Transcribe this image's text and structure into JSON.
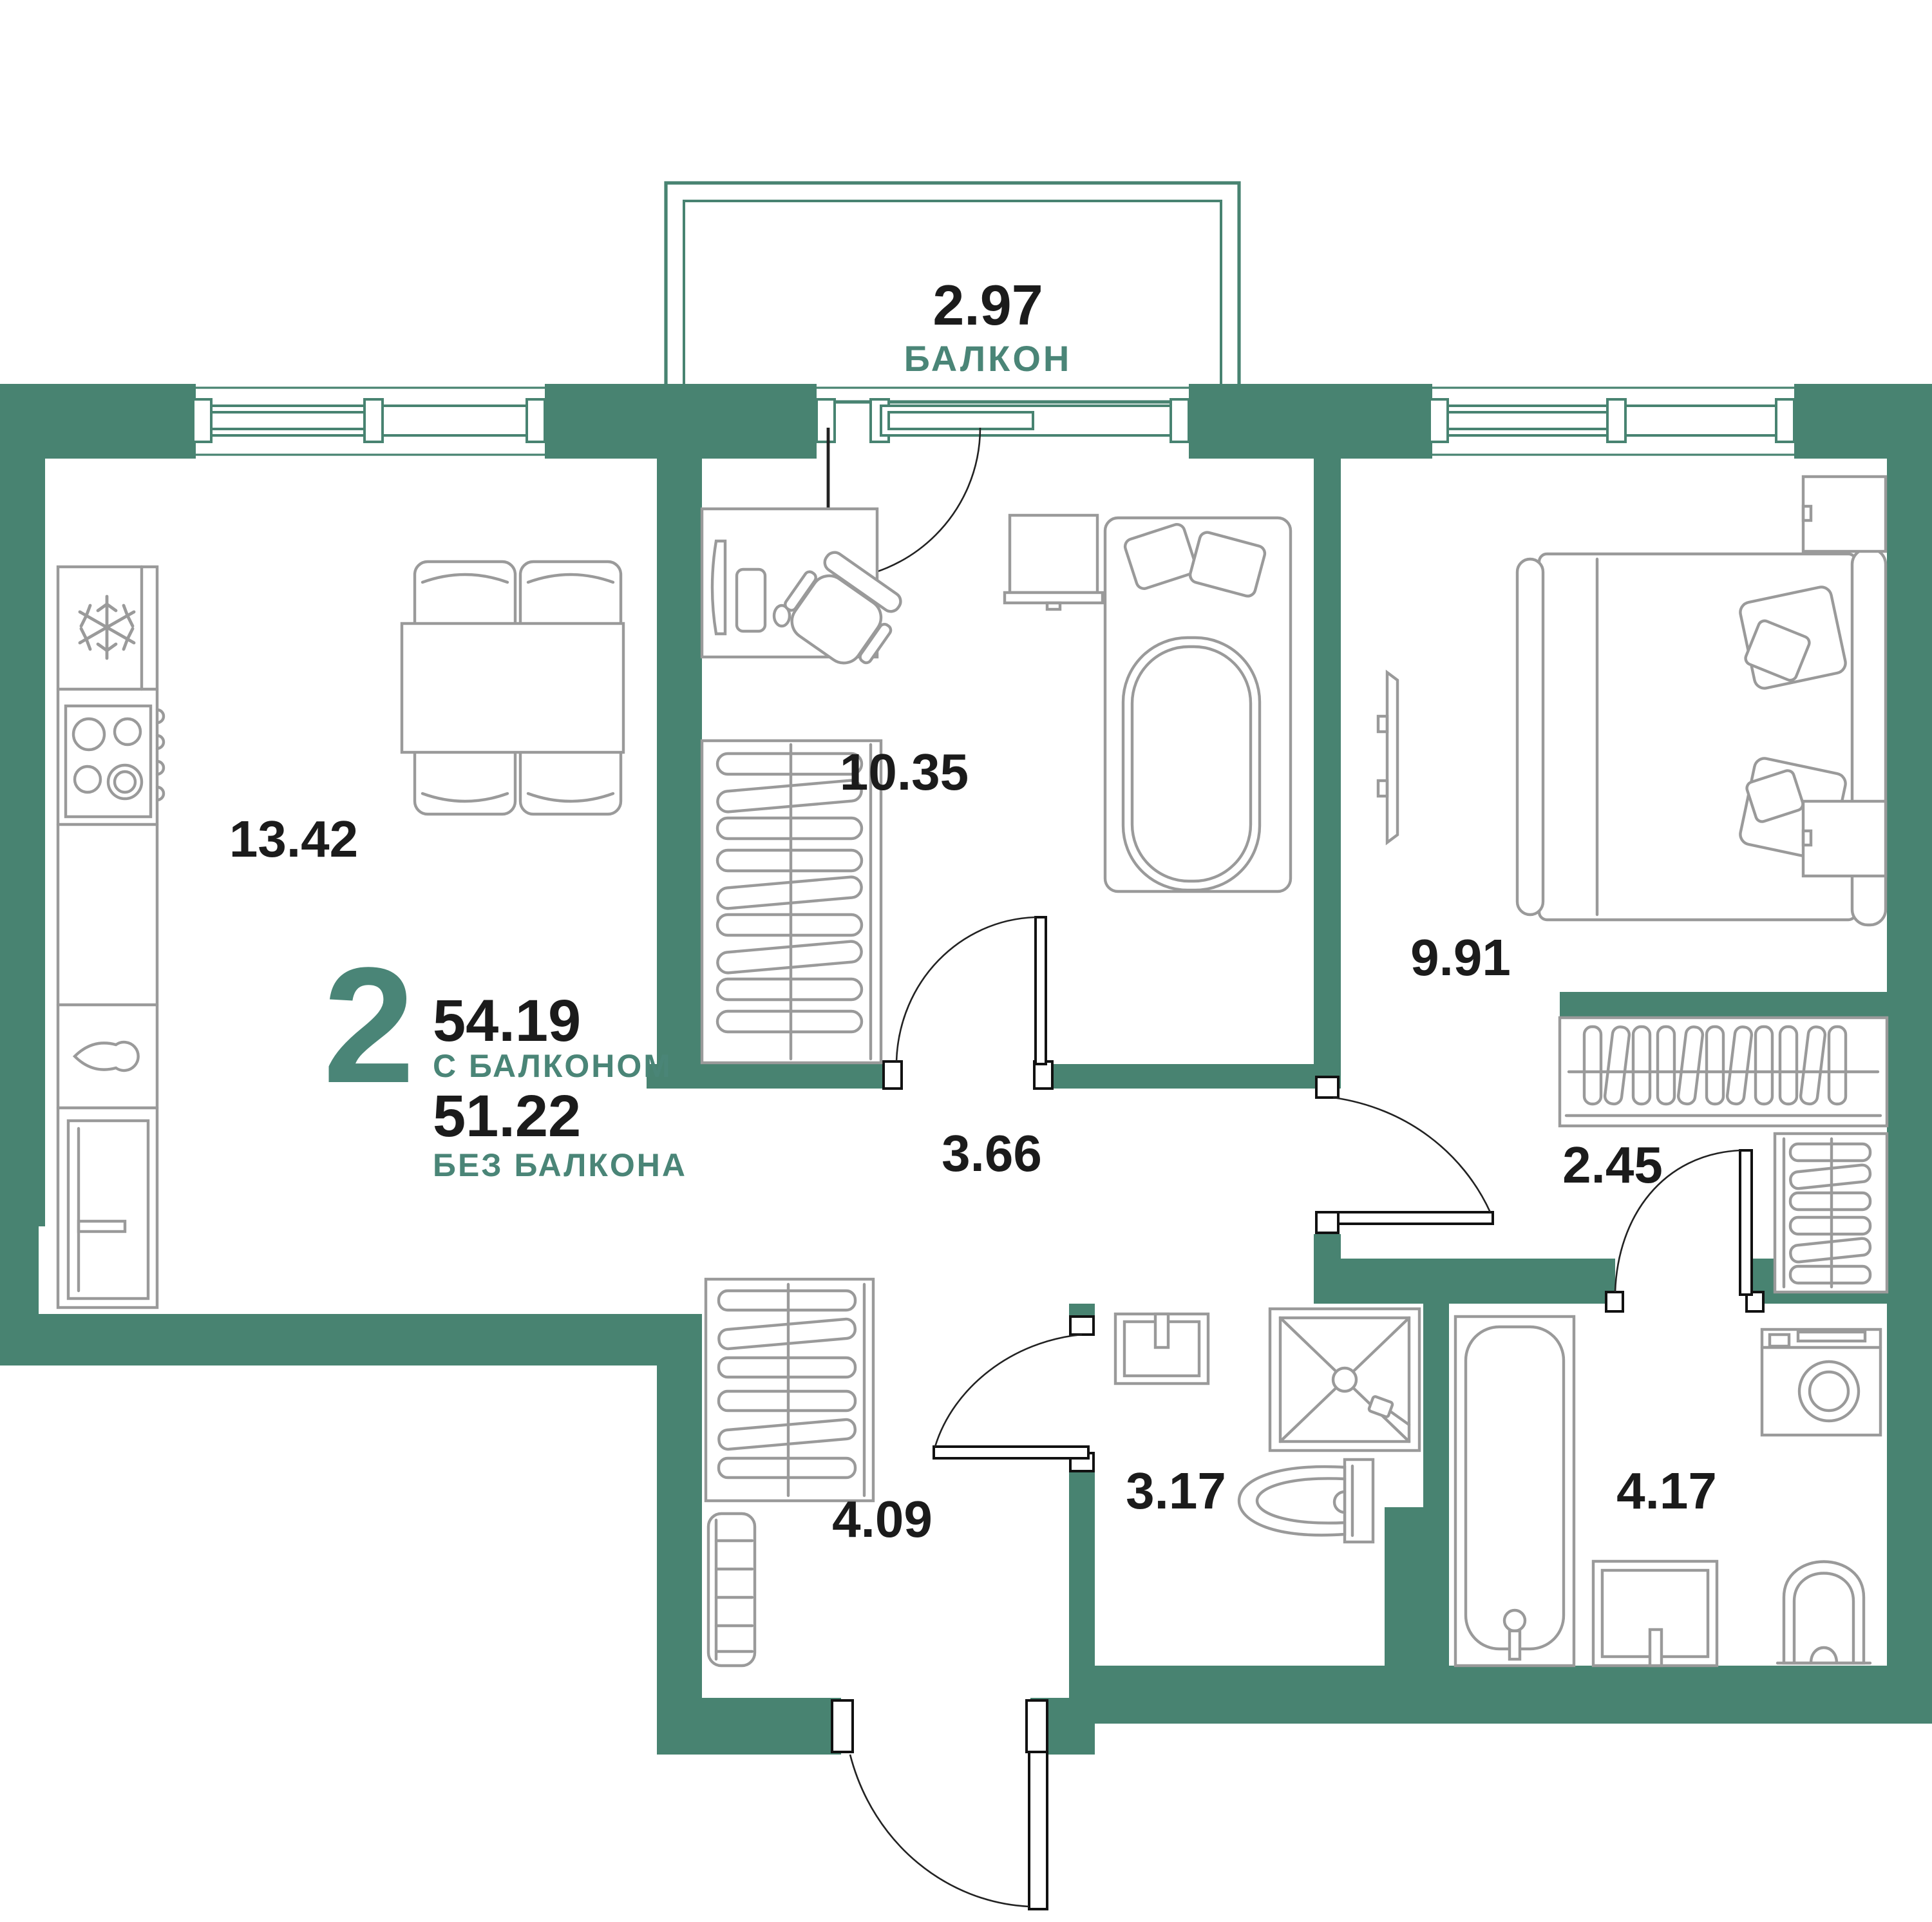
{
  "plan": {
    "summary": {
      "rooms_count": "2",
      "area_with_balcony": "54.19",
      "with_balcony_label": "С БАЛКОНОМ",
      "area_without_balcony": "51.22",
      "without_balcony_label": "БЕЗ БАЛКОНА"
    },
    "balcony": {
      "area": "2.97",
      "label": "БАЛКОН"
    },
    "rooms": [
      {
        "id": "kitchen-living",
        "area": "13.42"
      },
      {
        "id": "living-room",
        "area": "10.35"
      },
      {
        "id": "bedroom",
        "area": "9.91"
      },
      {
        "id": "hall",
        "area": "3.66"
      },
      {
        "id": "wardrobe-hall",
        "area": "2.45"
      },
      {
        "id": "entry-hall",
        "area": "4.09"
      },
      {
        "id": "shower-room",
        "area": "3.17"
      },
      {
        "id": "bathroom",
        "area": "4.17"
      }
    ],
    "colors": {
      "wall": "#488371",
      "accent_text": "#4a8577",
      "furniture_outline": "#9a9a9a",
      "number_text": "#1b1b1b"
    }
  }
}
